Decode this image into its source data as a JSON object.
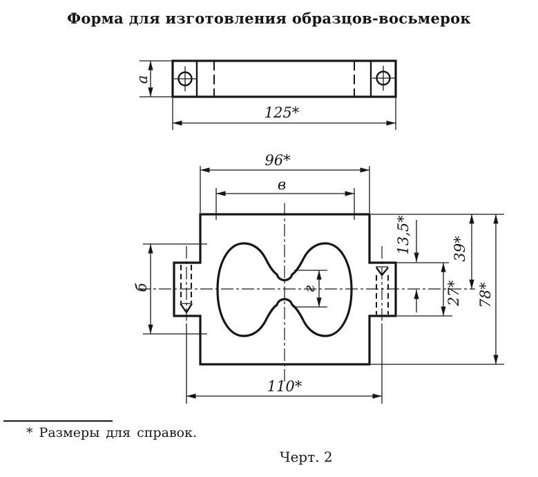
{
  "title": "Форма для изготовления образцов-восьмерок",
  "footnote": "* Размеры для справок.",
  "caption": "Черт. 2",
  "ink_color": "#161616",
  "top_view": {
    "length": "125*",
    "height": "а"
  },
  "main_view": {
    "width_outer": "96*",
    "width_cavity": "в",
    "cavity_height": "б",
    "neck_width": "г",
    "tab_top_offset": "13,5*",
    "half_height": "39*",
    "tab_height": "27*",
    "total_height": "78*",
    "hole_spacing": "110*"
  }
}
